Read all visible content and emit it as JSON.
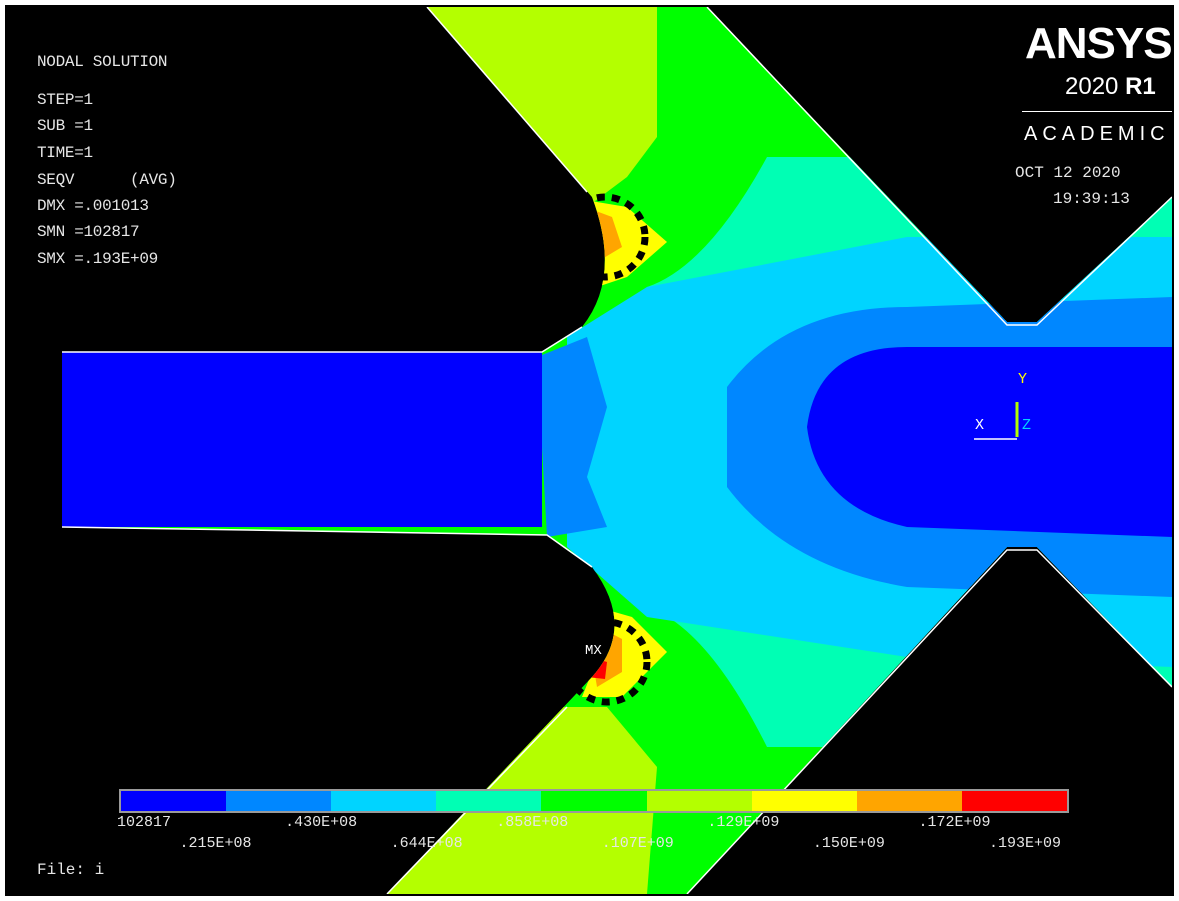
{
  "app": {
    "brand": "ANSYS",
    "version_label": "2020",
    "release_label": "R1",
    "edition": "ACADEMIC",
    "date": "OCT 12 2020",
    "time": "19:39:13"
  },
  "solution_info": {
    "title": "NODAL SOLUTION",
    "step": "STEP=1",
    "sub": "SUB =1",
    "time": "TIME=1",
    "result": "SEQV      (AVG)",
    "dmx": "DMX =.001013",
    "smn": "SMN =102817",
    "smx": "SMX =.193E+09"
  },
  "axes_triad": {
    "x": "X",
    "y": "Y",
    "z": "Z"
  },
  "max_marker": "MX",
  "file_label": "File: i",
  "legend": {
    "colors": [
      "#0000ff",
      "#0087ff",
      "#00d4ff",
      "#00ffb4",
      "#00ff00",
      "#b4ff00",
      "#ffff00",
      "#ffa500",
      "#ff0000"
    ],
    "labels_top": [
      "102817",
      ".430E+08",
      ".858E+08",
      ".129E+09",
      ".172E+09"
    ],
    "labels_bottom": [
      ".215E+08",
      ".644E+08",
      ".107E+09",
      ".150E+09",
      ".193E+09"
    ]
  },
  "colors": {
    "background": "#000000",
    "highlight_circle": "#000000"
  }
}
